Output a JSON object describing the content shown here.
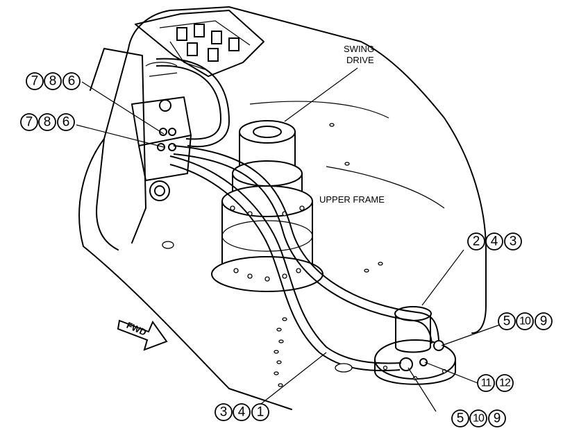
{
  "labels": {
    "swing_drive_line1": "SWING",
    "swing_drive_line2": "DRIVE",
    "upper_frame": "UPPER FRAME",
    "fwd": "FWD"
  },
  "callouts": {
    "top_left_1": [
      "7",
      "8",
      "6"
    ],
    "top_left_2": [
      "7",
      "8",
      "6"
    ],
    "right_upper": [
      "2",
      "4",
      "3"
    ],
    "right_middle": [
      "5",
      "10",
      "9"
    ],
    "right_lower": [
      "11",
      "12"
    ],
    "bottom_center": [
      "3",
      "4",
      "1"
    ],
    "bottom_right": [
      "5",
      "10",
      "9"
    ]
  }
}
